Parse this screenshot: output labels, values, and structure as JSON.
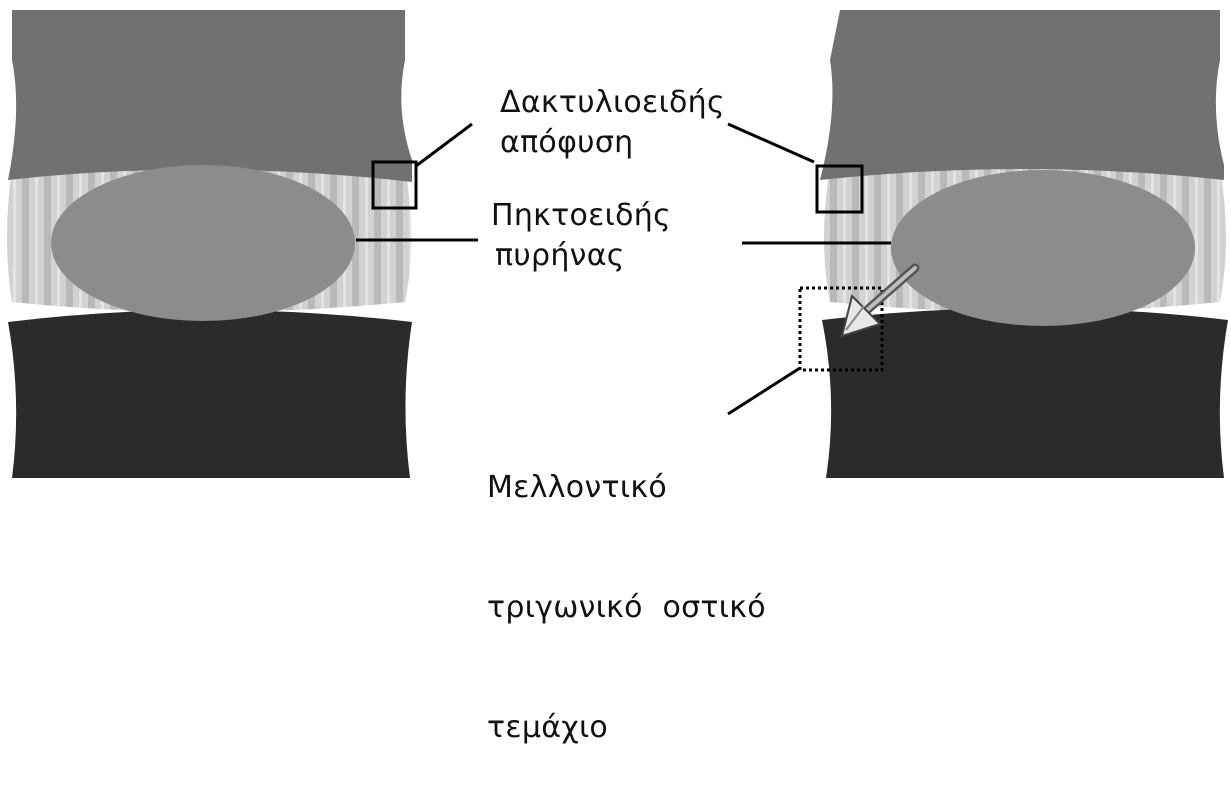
{
  "labels": {
    "apophysis": [
      "Δακτυλιοειδής",
      "απόφυση"
    ],
    "nucleus": [
      "Πηκτοειδής",
      "πυρήνας"
    ],
    "fragment": [
      "Μελλοντικό",
      "τριγωνικό  οστικό",
      "τεμάχιο"
    ]
  },
  "colors": {
    "upper_vertebra": "#717171",
    "lower_vertebra": "#2b2b2b",
    "annulus": "#cfcfcf",
    "nucleus": "#8c8c8c",
    "background": "#ffffff",
    "line": "#000000"
  }
}
